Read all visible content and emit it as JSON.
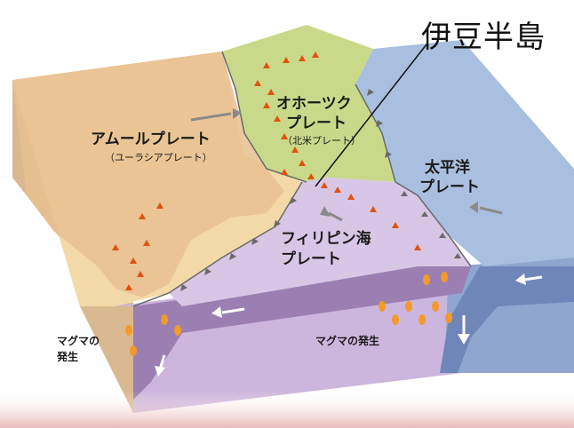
{
  "title": "伊豆半島",
  "plates": {
    "amur": {
      "name": "アムールプレート",
      "alt": "（ユーラシアプレート）"
    },
    "okhotsk": {
      "name_line1": "オホーツク",
      "name_line2": "プレート",
      "alt": "（北米プレート）"
    },
    "pacific": {
      "name_line1": "太平洋",
      "name_line2": "プレート"
    },
    "philippine": {
      "name_line1": "フィリピン海",
      "name_line2": "プレート"
    }
  },
  "magma": {
    "left_line1": "マグマの",
    "left_line2": "発生",
    "right": "マグマの発生"
  },
  "colors": {
    "amur": "#f4d9a8",
    "amur_land": "#e3b88a",
    "okhotsk": "#c9d98a",
    "pacific": "#a9bfe0",
    "philippine": "#d8c6e6",
    "side_left": "#d9b98f",
    "side_front": "#cdb6dd",
    "side_pacific": "#8fa7cf",
    "subducting_slab": "#9b7fb2",
    "volcano": "#e0520f"
  }
}
